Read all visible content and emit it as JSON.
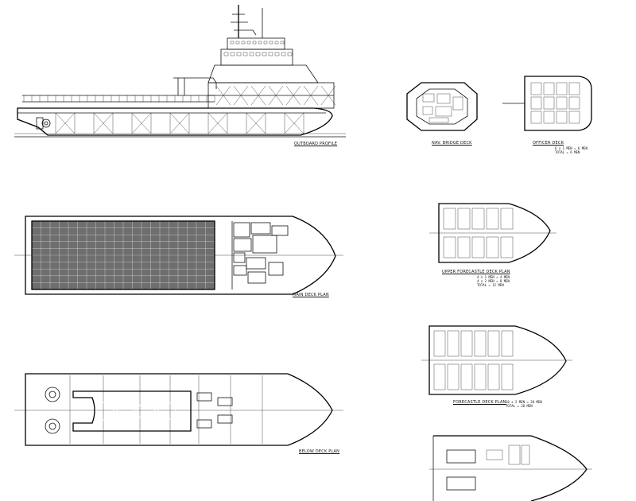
{
  "labels": {
    "outboard_profile": "OUTBOARD PROFILE",
    "nav_bridge_deck": "NAV. BRIDGE DECK",
    "officer_deck": "OFFICER DECK",
    "main_deck_plan": "MAIN DECK PLAN",
    "upper_forecastle_deck_plan": "UPPER FORECASTLE DECK PLAN",
    "forecastle_deck_plan": "FORECASTLE DECK PLAN",
    "below_deck_plan": "BELOW DECK PLAN"
  },
  "notes": {
    "officer_deck": [
      "6 x 1 MEN = 6 MEN",
      "TOTAL = 6 MEN"
    ],
    "upper_forecastle": [
      "4 x 1 MEN = 4 MEN",
      "4 x 2 MEN = 8 MEN",
      "TOTAL = 12 MEN"
    ],
    "forecastle": [
      "10 x 2 MEN = 20 MEN",
      "TOTAL = 20 MEN"
    ]
  },
  "colors": {
    "line": "#111111",
    "background": "#ffffff",
    "hatch": "#555555"
  }
}
